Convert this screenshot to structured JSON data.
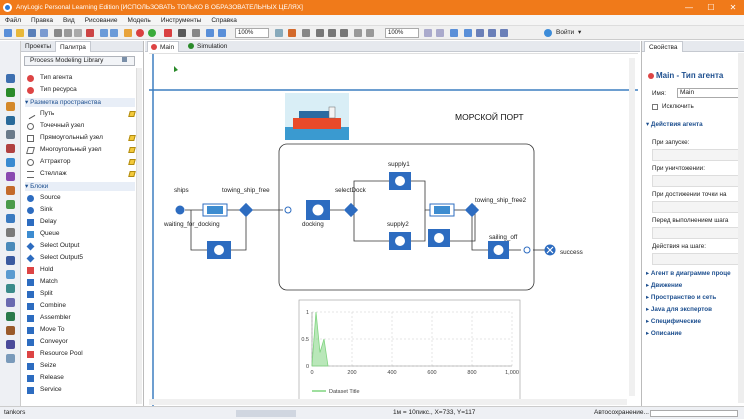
{
  "window": {
    "title": "AnyLogic Personal Learning Edition [ИСПОЛЬЗОВАТЬ ТОЛЬКО В ОБРАЗОВАТЕЛЬНЫХ ЦЕЛЯХ]",
    "minimize": "—",
    "maximize": "☐",
    "close": "✕"
  },
  "menu": [
    "Файл",
    "Правка",
    "Вид",
    "Рисование",
    "Модель",
    "Инструменты",
    "Справка"
  ],
  "toolbar": {
    "zoom_left": "100%",
    "zoom_right": "100%",
    "login": "Войти",
    "login_arrow": "▾"
  },
  "left_tabs": {
    "projects": "Проекты",
    "palette": "Палитра"
  },
  "palette": {
    "library_title": "Process Modeling Library",
    "top_items": [
      "Тип агента",
      "Тип ресурса"
    ],
    "space_section": "Разметка пространства",
    "space_items": [
      "Путь",
      "Точечный узел",
      "Прямоугольный узел",
      "Многоугольный узел",
      "Аттрактор",
      "Стеллаж"
    ],
    "blocks_section": "Блоки",
    "blocks": [
      "Source",
      "Sink",
      "Delay",
      "Queue",
      "Select Output",
      "Select Output5",
      "Hold",
      "Match",
      "Split",
      "Combine",
      "Assembler",
      "Move To",
      "Conveyor",
      "Resource Pool",
      "Seize",
      "Release",
      "Service"
    ]
  },
  "editor_tabs": {
    "main": "Main",
    "simulation": "Simulation"
  },
  "diagram": {
    "port_title": "МОРСКОЙ ПОРТ",
    "labels": {
      "ships": "ships",
      "waiting": "waiting_for_docking",
      "towing_free": "towing_ship_free",
      "docking": "docking",
      "select_dock": "selectDock",
      "supply1": "supply1",
      "supply2": "supply2",
      "towing_free2": "towing_ship_free2",
      "sailing_off": "sailing_off",
      "success": "success"
    }
  },
  "chart_data": {
    "type": "area",
    "series": [
      {
        "name": "Dataset Title",
        "x": [
          0,
          20,
          40,
          60,
          80
        ],
        "y": [
          0.02,
          1.0,
          0.25,
          0.5,
          0.0
        ]
      }
    ],
    "x_ticks": [
      "0",
      "200",
      "400",
      "600",
      "800",
      "1,000"
    ],
    "y_ticks": [
      "0",
      "0.5",
      "1"
    ],
    "xlim": [
      0,
      1000
    ],
    "ylim": [
      0,
      1
    ],
    "grid": true,
    "legend": "bottom-left",
    "color": "#7fd47f"
  },
  "properties": {
    "tab": "Свойства",
    "header": "Main - Тип агента",
    "name_label": "Имя:",
    "name_value": "Main",
    "exclude_label": "Исключить",
    "section_actions": "Действия агента",
    "on_startup": "При запуске:",
    "on_destroy": "При уничтожении:",
    "on_arrival": "При достижении точки на",
    "before_step": "Перед выполнением шага",
    "on_step": "Действия на шаге:",
    "collapsed_sections": [
      "Агент в диаграмме проце",
      "Движение",
      "Пространство и сеть",
      "Java для экспертов",
      "Специфические",
      "Описание"
    ]
  },
  "status": {
    "left": "tankors",
    "scale": "1м = 10пикс., X=733, Y=117",
    "autosave": "Автосохранение..."
  }
}
